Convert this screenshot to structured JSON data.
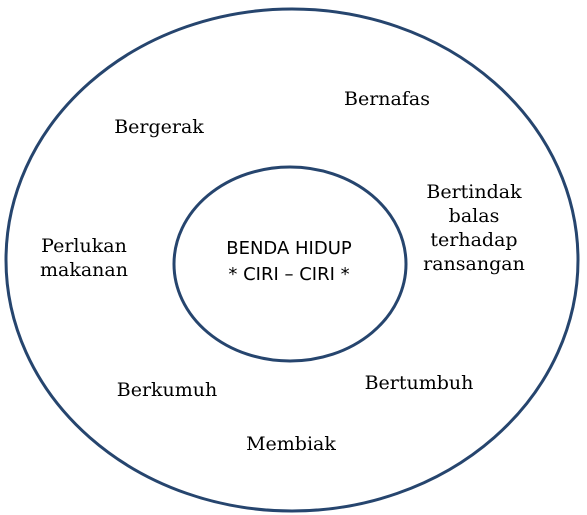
{
  "diagram": {
    "stroke_color": "#26456e",
    "center": {
      "line1": "BENDA HIDUP",
      "line2": "* CIRI – CIRI *"
    },
    "labels": {
      "bernafas": "Bernafas",
      "bergerak": "Bergerak",
      "bertindak_line1": "Bertindak",
      "bertindak_line2": "balas",
      "bertindak_line3": "terhadap",
      "bertindak_line4": "ransangan",
      "perlukan_line1": "Perlukan",
      "perlukan_line2": "makanan",
      "bertumbuh": "Bertumbuh",
      "berkumuh": "Berkumuh",
      "membiak": "Membiak"
    }
  }
}
